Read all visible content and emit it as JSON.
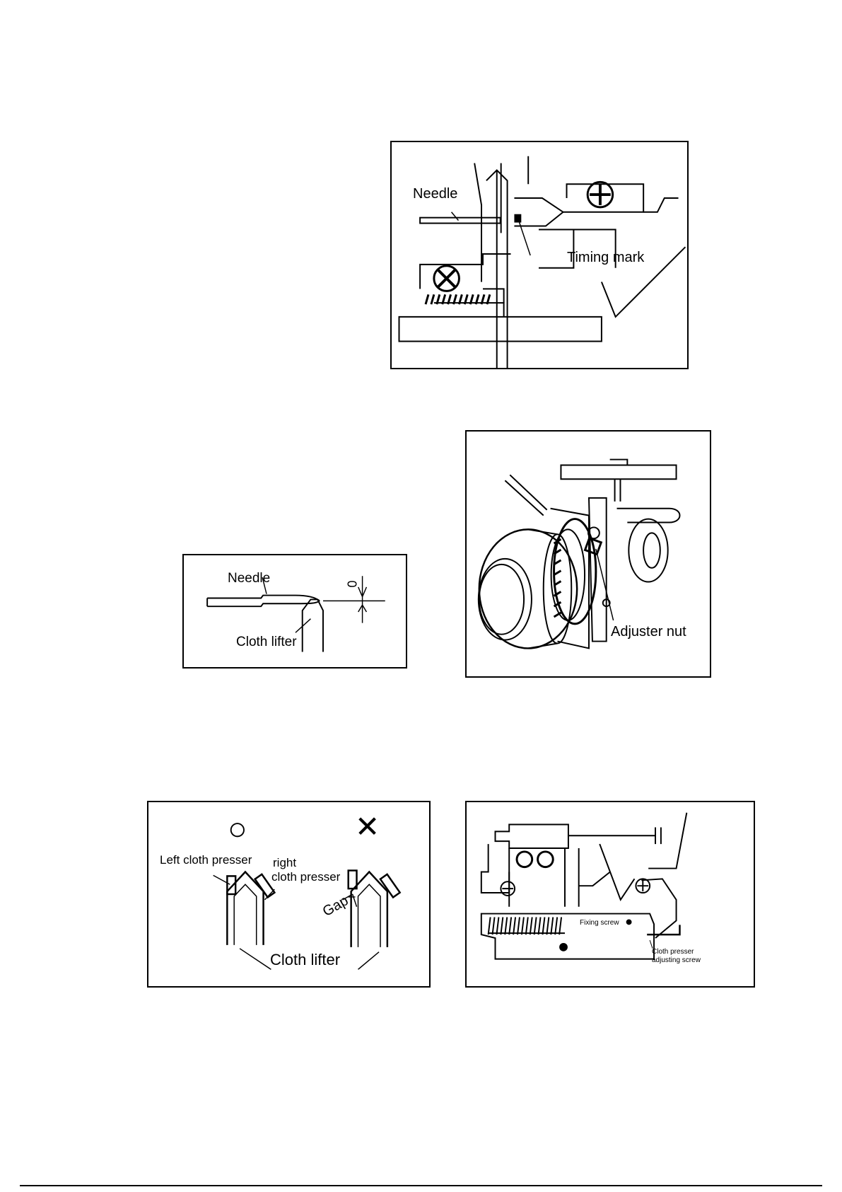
{
  "figures": {
    "timing": {
      "needle_label": "Needle",
      "timing_mark_label": "Timing mark"
    },
    "clearance": {
      "needle_label": "Needle",
      "zero_label": "0",
      "cloth_lifter_label": "Cloth lifter"
    },
    "adjuster": {
      "adjuster_nut_label": "Adjuster nut"
    },
    "presser": {
      "correct_symbol": "○",
      "incorrect_symbol": "✕",
      "left_label": "Left cloth presser",
      "right_label_line1": "right",
      "right_label_line2": "cloth presser",
      "gap_label": "Gap",
      "cloth_lifter_label": "Cloth lifter"
    },
    "screws": {
      "fixing_screw_label": "Fixing screw",
      "adjusting_label_line1": "Cloth presser",
      "adjusting_label_line2": "adjusting screw"
    }
  }
}
